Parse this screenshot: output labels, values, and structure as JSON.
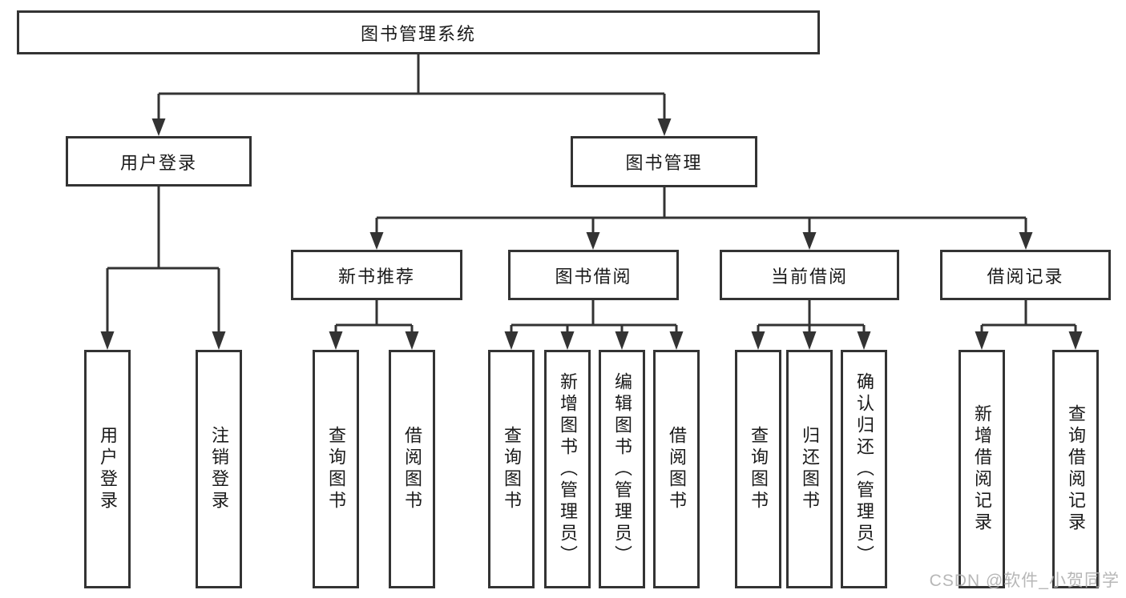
{
  "diagram_title": "图书管理系统",
  "tree": {
    "root": {
      "label": "图书管理系统"
    },
    "level2": [
      {
        "label": "用户登录",
        "children": [
          {
            "label": "用户登录"
          },
          {
            "label": "注销登录"
          }
        ]
      },
      {
        "label": "图书管理",
        "children": [
          {
            "label": "新书推荐",
            "children": [
              {
                "label": "查询图书"
              },
              {
                "label": "借阅图书"
              }
            ]
          },
          {
            "label": "图书借阅",
            "children": [
              {
                "label": "查询图书"
              },
              {
                "label": "新增图书（管理员）"
              },
              {
                "label": "编辑图书（管理员）"
              },
              {
                "label": "借阅图书"
              }
            ]
          },
          {
            "label": "当前借阅",
            "children": [
              {
                "label": "查询图书"
              },
              {
                "label": "归还图书"
              },
              {
                "label": "确认归还（管理员）"
              }
            ]
          },
          {
            "label": "借阅记录",
            "children": [
              {
                "label": "新增借阅记录"
              },
              {
                "label": "查询借阅记录"
              }
            ]
          }
        ]
      }
    ]
  },
  "watermark": "CSDN @软件_小贺同学",
  "colors": {
    "line": "#333333",
    "box_border": "#333333",
    "text": "#1a1a1a",
    "watermark": "#afafaf",
    "background": "#ffffff"
  }
}
